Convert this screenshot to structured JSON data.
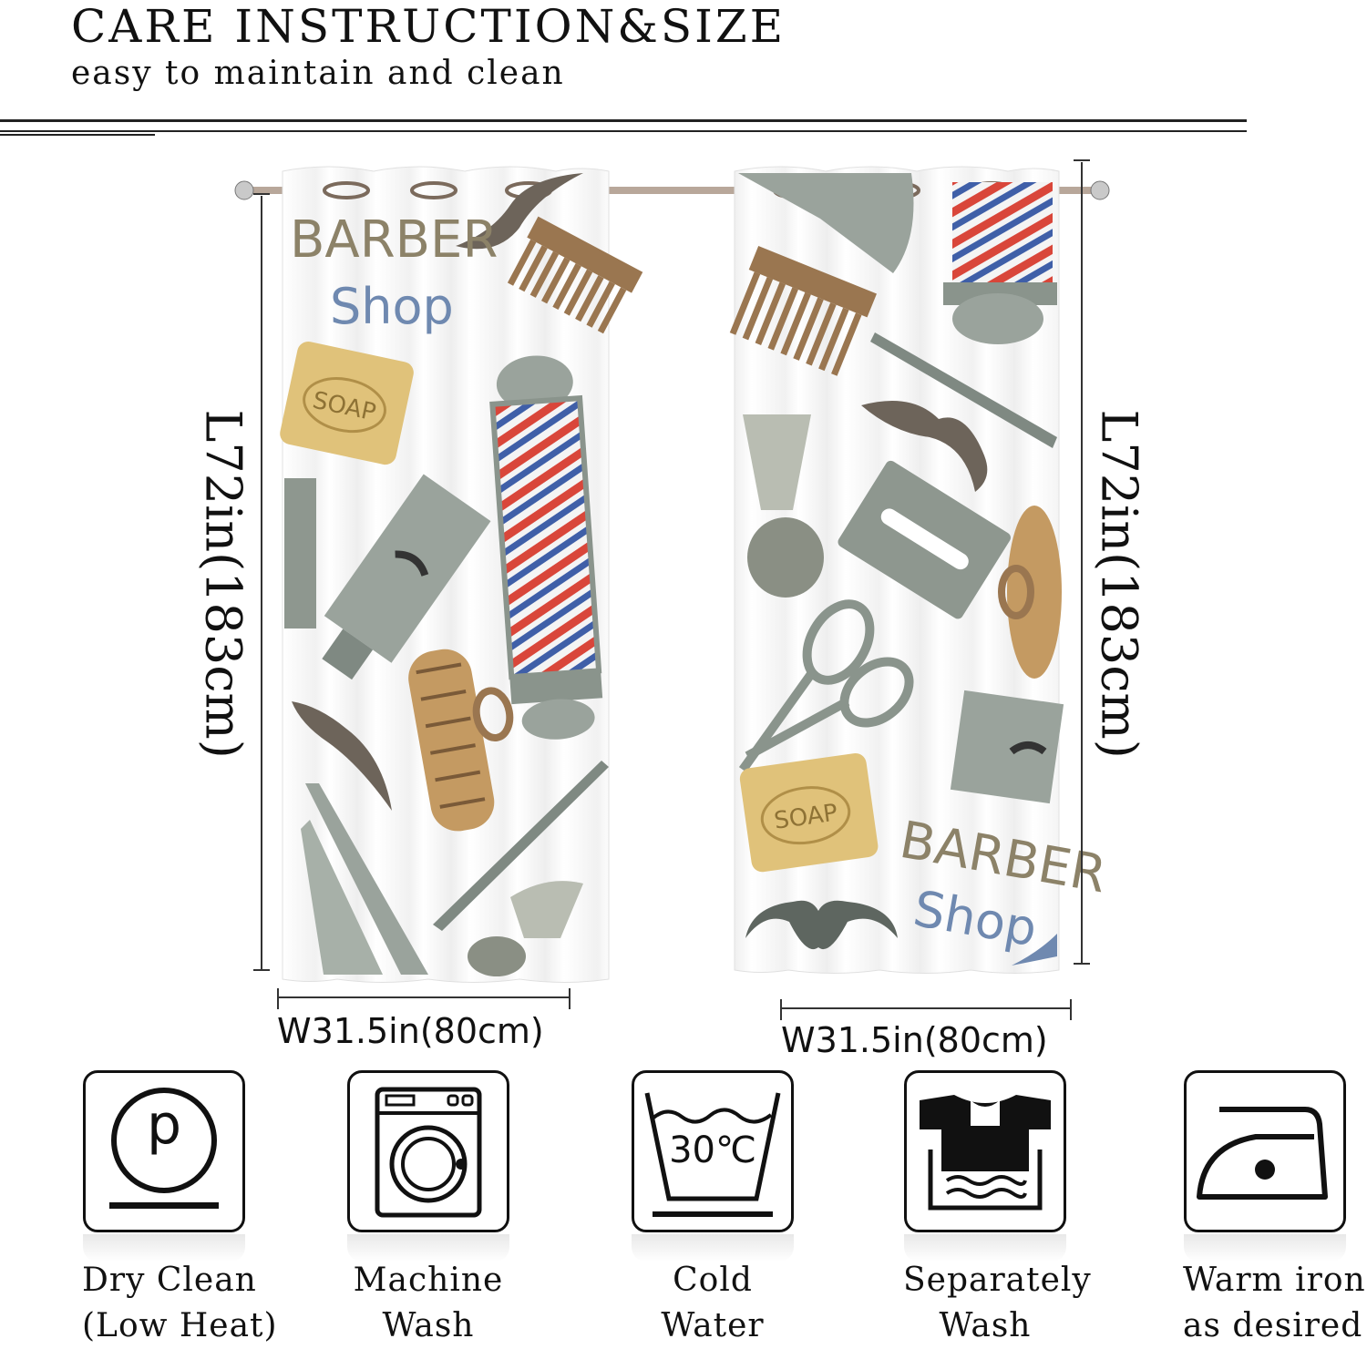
{
  "header": {
    "title": "CARE INSTRUCTION&SIZE",
    "subtitle": "easy to maintain and clean"
  },
  "curtains": {
    "left_panel": {
      "text_barber": "BARBER",
      "text_shop": "Shop",
      "text_soap": "SOAP",
      "length_label": "L72in(183cm)",
      "width_label": "W31.5in(80cm)"
    },
    "right_panel": {
      "text_barber": "BARBER",
      "text_shop": "Shop",
      "text_soap": "SOAP",
      "length_label": "L72in(183cm)",
      "width_label": "W31.5in(80cm)"
    }
  },
  "care_symbols": [
    {
      "icon": "dry-clean-icon",
      "line1": "Dry Clean",
      "line2": "(Low Heat)",
      "symbol_text": "P"
    },
    {
      "icon": "washing-machine-icon",
      "line1": "Machine",
      "line2": "Wash"
    },
    {
      "icon": "wash-tub-icon",
      "line1": "Cold",
      "line2": "Water",
      "symbol_text": "30℃"
    },
    {
      "icon": "separate-wash-icon",
      "line1": "Separately",
      "line2": "Wash"
    },
    {
      "icon": "iron-icon",
      "line1": "Warm iron",
      "line2": "as desired"
    }
  ],
  "colors": {
    "ink": "#111111",
    "pole_red": "#d9463a",
    "pole_blue": "#3f5fa8",
    "wood": "#9a7650",
    "soap": "#e0c27a",
    "steel": "#8a948c"
  }
}
